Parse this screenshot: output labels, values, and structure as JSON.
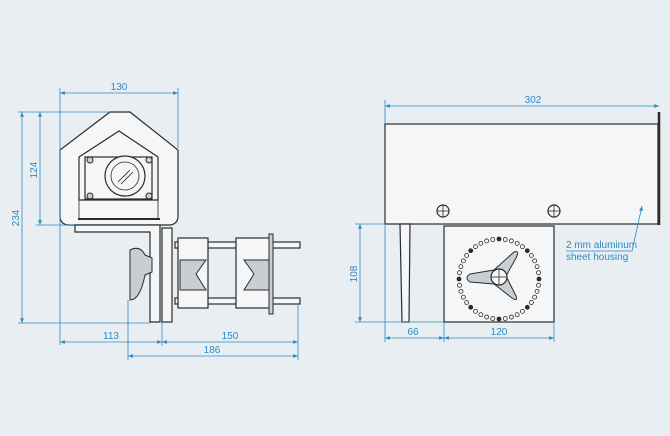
{
  "colors": {
    "background": "#e9eef3",
    "dimension": "#2a8bc2",
    "outline": "#2b2b2b"
  },
  "side_view": {
    "dimensions": {
      "width_top": "130",
      "height_total": "234",
      "height_housing": "124",
      "depth_front": "113",
      "clamp_length": "150",
      "total_depth": "186"
    }
  },
  "front_view": {
    "dimensions": {
      "length": "302",
      "height_lower": "108",
      "offset_left": "66",
      "lower_width": "120"
    },
    "annotation": {
      "line1": "2 mm aluminum",
      "line2": "sheet housing"
    }
  }
}
